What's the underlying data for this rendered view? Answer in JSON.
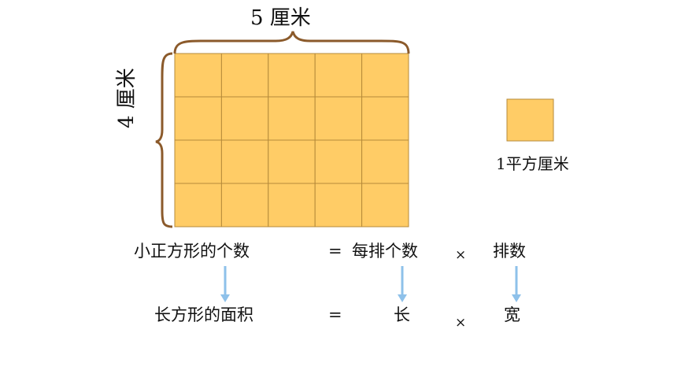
{
  "diagram": {
    "width_label": "5  厘米",
    "height_label": "4  厘米",
    "grid": {
      "columns": 5,
      "rows": 4
    },
    "unit_square_label": "1平方厘米",
    "colors": {
      "cell_fill": "#ffcc66",
      "cell_stroke": "#b58a3a",
      "brace": "#8b5a2b",
      "arrow": "#8ec1ea"
    }
  },
  "formula": {
    "row1": {
      "left": "小正方形的个数",
      "equals": "=",
      "middle": "每排个数",
      "times": "×",
      "right": "排数"
    },
    "row2": {
      "left": "长方形的面积",
      "equals": "=",
      "middle": "长",
      "times": "×",
      "right": "宽"
    }
  }
}
